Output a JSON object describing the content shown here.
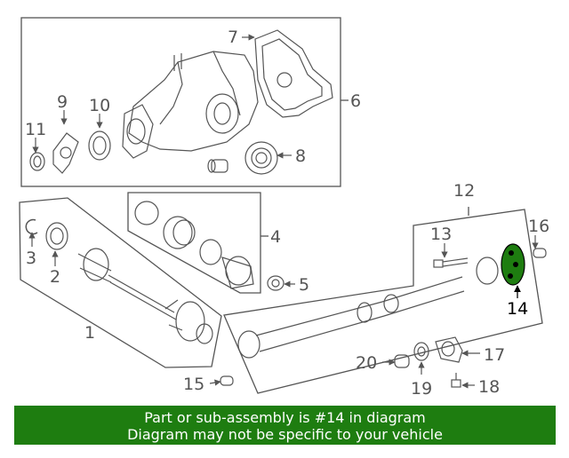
{
  "callouts": {
    "c1": "1",
    "c2": "2",
    "c3": "3",
    "c4": "4",
    "c5": "5",
    "c6": "6",
    "c7": "7",
    "c8": "8",
    "c9": "9",
    "c10": "10",
    "c11": "11",
    "c12": "12",
    "c13": "13",
    "c14": "14",
    "c15": "15",
    "c16": "16",
    "c17": "17",
    "c18": "18",
    "c19": "19",
    "c20": "20"
  },
  "highlight": {
    "part": "14",
    "color": "#1e7d10"
  },
  "colors": {
    "line": "#555555",
    "banner_bg": "#1e7d10",
    "banner_text": "#ffffff"
  },
  "banner": {
    "line1": "Part or sub-assembly is #14 in diagram",
    "line2": "Diagram may not be specific to your vehicle"
  }
}
